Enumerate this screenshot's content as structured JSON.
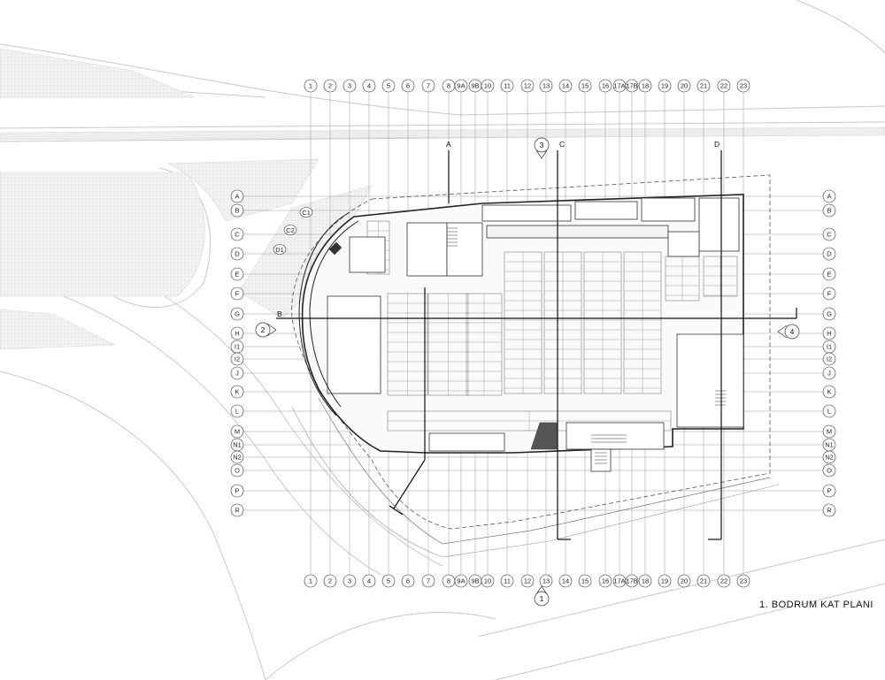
{
  "title": "1. BODRUM KAT PLANI",
  "columns": [
    "1",
    "2",
    "3",
    "4",
    "5",
    "6",
    "7",
    "8",
    "9A",
    "9B",
    "10",
    "11",
    "12",
    "13",
    "14",
    "15",
    "16",
    "17A",
    "17B",
    "18",
    "19",
    "20",
    "21",
    "22",
    "23"
  ],
  "rows": [
    "A",
    "B",
    "C",
    "D",
    "E",
    "F",
    "G",
    "H",
    "I1",
    "I2",
    "J",
    "K",
    "L",
    "M",
    "N1",
    "N2",
    "O",
    "P",
    "R"
  ],
  "curve_labels": [
    "C1",
    "C2",
    "D1"
  ],
  "sections": {
    "cuts": [
      "A",
      "B",
      "C",
      "D"
    ],
    "markers": [
      "1",
      "2",
      "3",
      "4"
    ]
  }
}
